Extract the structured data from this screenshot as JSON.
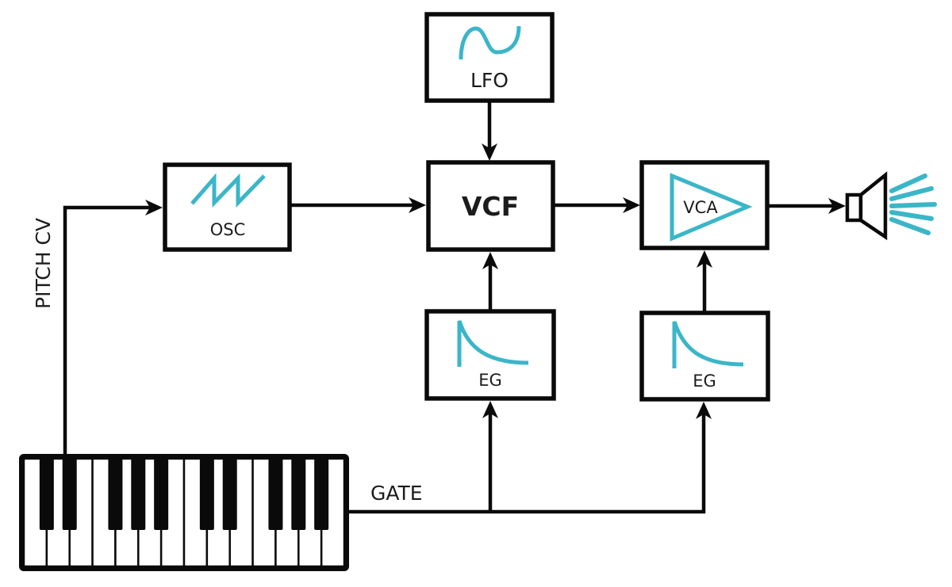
{
  "diagram": {
    "title": "Subtractive synthesizer signal flow",
    "accent_color": "#3bb6c8",
    "line_color": "#0a0a0a",
    "modules": {
      "lfo": {
        "label": "LFO",
        "icon": "sine-wave-icon"
      },
      "osc": {
        "label": "OSC",
        "icon": "sawtooth-wave-icon"
      },
      "vcf": {
        "label": "VCF"
      },
      "vca": {
        "label": "VCA",
        "icon": "amplifier-triangle-icon"
      },
      "eg_filter": {
        "label": "EG",
        "icon": "envelope-decay-icon"
      },
      "eg_amp": {
        "label": "EG",
        "icon": "envelope-decay-icon"
      },
      "speaker": {
        "icon": "speaker-icon"
      },
      "keyboard": {
        "icon": "piano-keyboard-icon",
        "white_keys": 14
      }
    },
    "signals": {
      "pitch_cv": "PITCH CV",
      "gate": "GATE"
    },
    "connections": [
      {
        "from": "keyboard",
        "to": "osc",
        "label": "PITCH CV"
      },
      {
        "from": "osc",
        "to": "vcf"
      },
      {
        "from": "lfo",
        "to": "vcf"
      },
      {
        "from": "vcf",
        "to": "vca"
      },
      {
        "from": "vca",
        "to": "speaker"
      },
      {
        "from": "eg_filter",
        "to": "vcf"
      },
      {
        "from": "eg_amp",
        "to": "vca"
      },
      {
        "from": "keyboard",
        "to": "eg_filter",
        "label": "GATE"
      },
      {
        "from": "keyboard",
        "to": "eg_amp",
        "label": "GATE"
      }
    ]
  }
}
